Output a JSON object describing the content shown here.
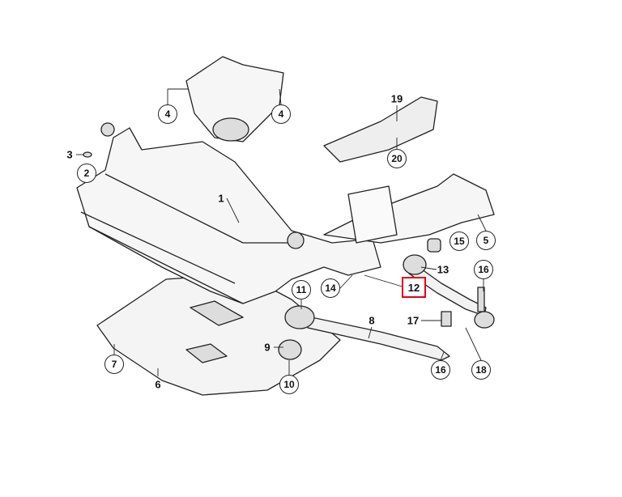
{
  "diagram": {
    "title": "Front axle carrier / control arm parts diagram",
    "highlight_color": "#e3001b",
    "callouts": [
      {
        "id": "c4a",
        "text": "4",
        "style": "circle"
      },
      {
        "id": "c4b",
        "text": "4",
        "style": "circle"
      },
      {
        "id": "c3",
        "text": "3",
        "style": "plain"
      },
      {
        "id": "c2",
        "text": "2",
        "style": "circle"
      },
      {
        "id": "c1",
        "text": "1",
        "style": "plain"
      },
      {
        "id": "c19",
        "text": "19",
        "style": "plain"
      },
      {
        "id": "c20",
        "text": "20",
        "style": "circle"
      },
      {
        "id": "c5",
        "text": "5",
        "style": "circle"
      },
      {
        "id": "c15",
        "text": "15",
        "style": "circle"
      },
      {
        "id": "c13",
        "text": "13",
        "style": "plain"
      },
      {
        "id": "c16a",
        "text": "16",
        "style": "circle"
      },
      {
        "id": "c12",
        "text": "12",
        "style": "highlight"
      },
      {
        "id": "c11",
        "text": "11",
        "style": "circle"
      },
      {
        "id": "c14",
        "text": "14",
        "style": "circle"
      },
      {
        "id": "c8",
        "text": "8",
        "style": "plain"
      },
      {
        "id": "c17",
        "text": "17",
        "style": "plain"
      },
      {
        "id": "c9",
        "text": "9",
        "style": "plain"
      },
      {
        "id": "c7",
        "text": "7",
        "style": "circle"
      },
      {
        "id": "c6",
        "text": "6",
        "style": "plain"
      },
      {
        "id": "c10",
        "text": "10",
        "style": "circle"
      },
      {
        "id": "c16b",
        "text": "16",
        "style": "circle"
      },
      {
        "id": "c18",
        "text": "18",
        "style": "circle"
      }
    ]
  }
}
